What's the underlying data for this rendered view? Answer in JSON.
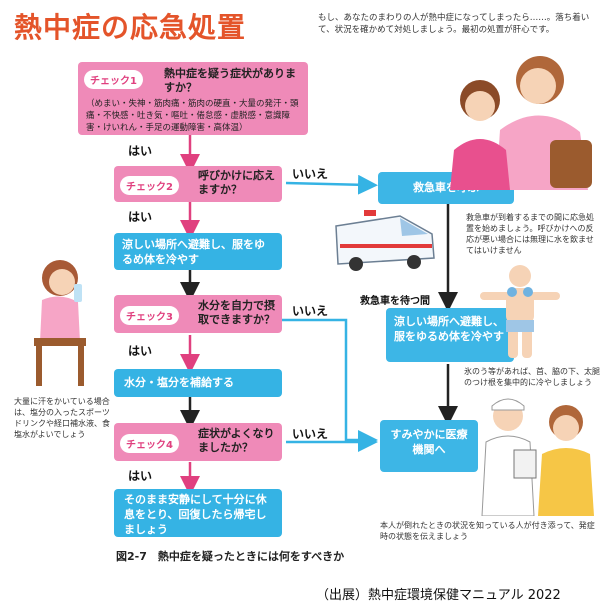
{
  "title": "熱中症の応急処置",
  "intro": "もし、あなたのまわりの人が熱中症になってしまったら……。落ち着いて、状況を確かめて対処しましょう。最初の処置が肝心です。",
  "check1": {
    "badge": "チェック1",
    "question": "熱中症を疑う症状がありますか？",
    "symptoms": "（めまい・失神・筋肉痛・筋肉の硬直・大量の発汗・頭痛・不快感・吐き気・嘔吐・倦怠感・虚脱感・意識障害・けいれん・手足の運動障害・高体温）"
  },
  "check2": {
    "badge": "チェック2",
    "question": "呼びかけに応えますか？"
  },
  "check3": {
    "badge": "チェック3",
    "question": "水分を自力で摂取できますか？"
  },
  "check4": {
    "badge": "チェック4",
    "question": "症状がよくなりましたか？"
  },
  "labels": {
    "yes": "はい",
    "no": "いいえ",
    "wait": "救急車を待つ間"
  },
  "steps": {
    "cool": "涼しい場所へ避難し、服をゆるめ体を冷やす",
    "hydrate": "水分・塩分を補給する",
    "rest": "そのまま安静にして十分に休息をとり、回復したら帰宅しましょう",
    "ambulance": "救急車を呼ぶ",
    "cool_wait": "涼しい場所へ避難し、服をゆるめ体を冷やす",
    "hospital": "すみやかに医療機関へ"
  },
  "notes": {
    "ambulance": "救急車が到着するまでの間に応急処置を始めましょう。呼びかけへの反応が悪い場合には無理に水を飲ませてはいけません",
    "ice": "氷のう等があれば、首、脇の下、太腿のつけ根を集中的に冷やしましょう",
    "hospital": "本人が倒れたときの状況を知っている人が付き添って、発症時の状態を伝えましょう",
    "sweat": "大量に汗をかいている場合は、塩分の入ったスポーツドリンクや経口補水液、食塩水がよいでしょう"
  },
  "caption": "図2-7　熱中症を疑ったときには何をすべきか",
  "source": "（出展）熱中症環境保健マニュアル 2022",
  "colors": {
    "title": "#e4542a",
    "pink": "#ef8ab8",
    "blue": "#35b3e4",
    "arrow_pink": "#e0407f"
  }
}
